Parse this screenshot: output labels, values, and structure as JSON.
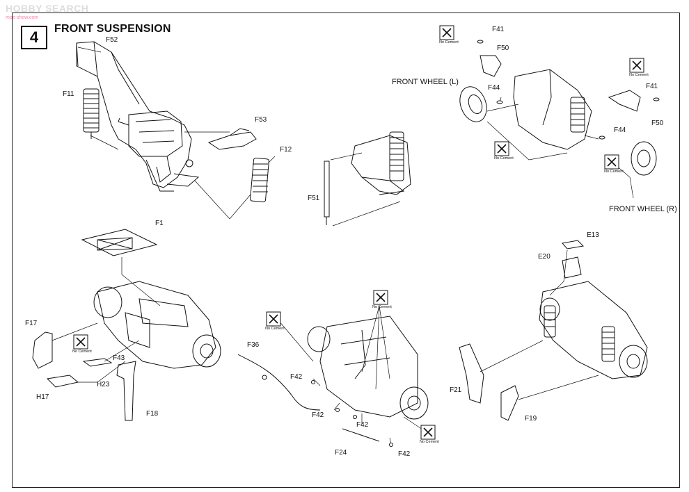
{
  "watermark": {
    "site": "HOBBY SEARCH",
    "sub": "moe-show.com"
  },
  "step": {
    "number": "4",
    "title": "FRONT SUSPENSION"
  },
  "no_cement_text": "No Cement",
  "labels": {
    "F52": "F52",
    "F11": "F11",
    "F53": "F53",
    "F12": "F12",
    "F51": "F51",
    "F41a": "F41",
    "F50a": "F50",
    "F44a": "F44",
    "F41b": "F41",
    "F50b": "F50",
    "F44b": "F44",
    "wheel_l": "FRONT WHEEL (L)",
    "wheel_r": "FRONT WHEEL (R)",
    "F1": "F1",
    "F17": "F17",
    "F43": "F43",
    "H23": "H23",
    "H17": "H17",
    "F18": "F18",
    "F36": "F36",
    "F42a": "F42",
    "F42b": "F42",
    "F42c": "F42",
    "F42d": "F42",
    "F24": "F24",
    "E13": "E13",
    "E20": "E20",
    "F21": "F21",
    "F19": "F19"
  }
}
